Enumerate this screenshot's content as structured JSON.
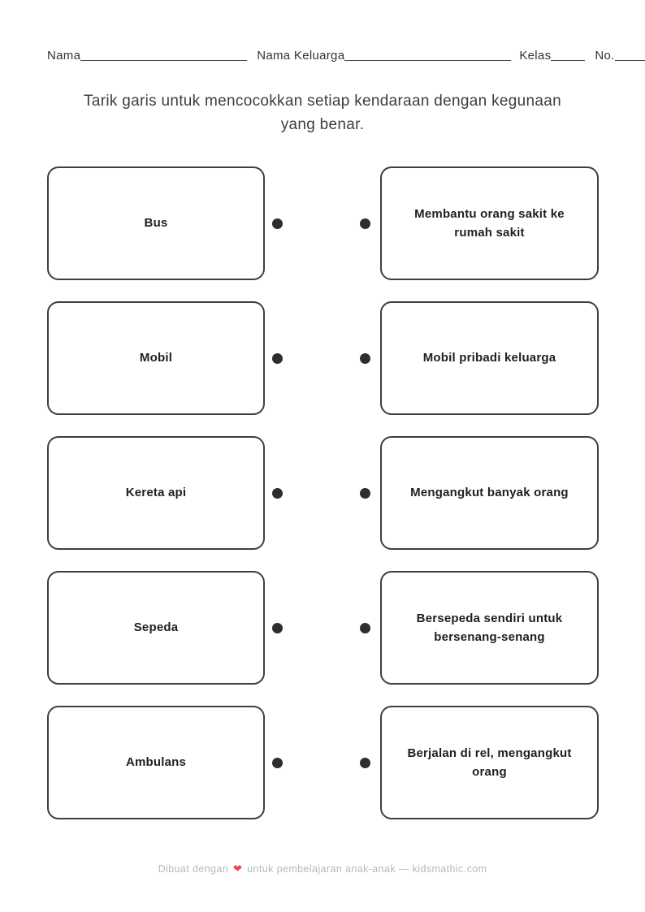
{
  "header": {
    "fields": [
      {
        "label": "Nama"
      },
      {
        "label": "Nama Keluarga"
      },
      {
        "label": "Kelas"
      },
      {
        "label": "No."
      }
    ]
  },
  "instruction": {
    "line1": "Tarik garis untuk mencocokkan setiap kendaraan dengan kegunaan",
    "line2": "yang benar."
  },
  "pairs": [
    {
      "left": "Bus",
      "right": "Membantu orang sakit ke rumah sakit"
    },
    {
      "left": "Mobil",
      "right": "Mobil pribadi keluarga"
    },
    {
      "left": "Kereta api",
      "right": "Mengangkut banyak orang"
    },
    {
      "left": "Sepeda",
      "right": "Bersepeda sendiri untuk bersenang-senang"
    },
    {
      "left": "Ambulans",
      "right": "Berjalan di rel, mengangkut orang"
    }
  ],
  "footer": {
    "before_heart": "Dibuat dengan",
    "heart_icon": "❤",
    "after_heart": "untuk pembelajaran anak-anak — kidsmathic.com"
  },
  "colors": {
    "box_border": "#3f3f3f",
    "box_text": "#1f1f1f",
    "title_text": "#3d3d3d",
    "dot": "#2e2e2e",
    "footer_text": "#b2b9c0",
    "heart": "#ee4550"
  }
}
